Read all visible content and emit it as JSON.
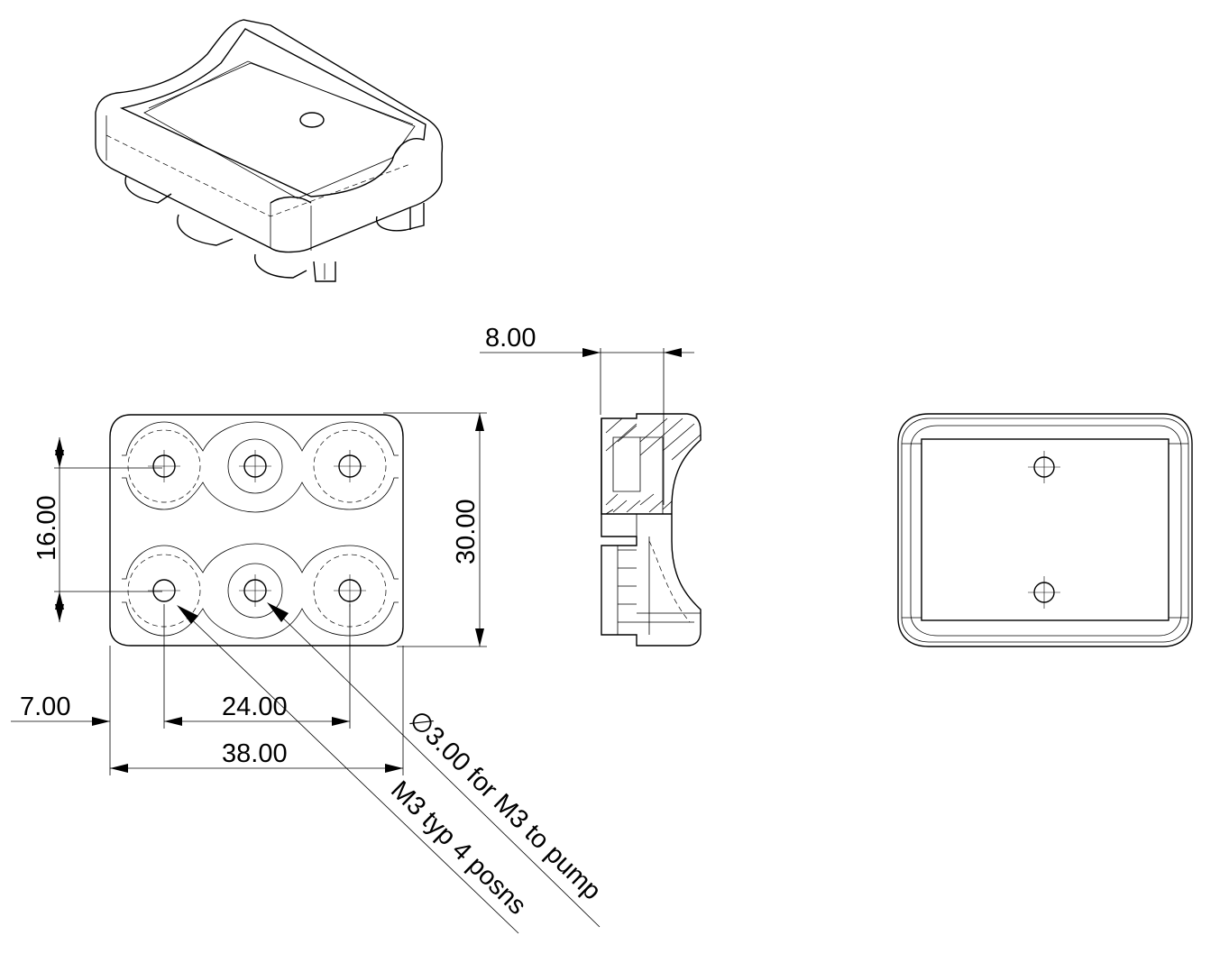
{
  "dimensions": {
    "top_width": "8.00",
    "hole_spacing_y": "16.00",
    "overall_height": "30.00",
    "edge_offset_x": "7.00",
    "hole_spacing_x": "24.00",
    "overall_width": "38.00"
  },
  "notes": {
    "pump_hole_diameter_symbol": "∅",
    "pump_hole": "3.00 for M3 to pump",
    "mount_holes": "M3 typ 4 posns"
  }
}
